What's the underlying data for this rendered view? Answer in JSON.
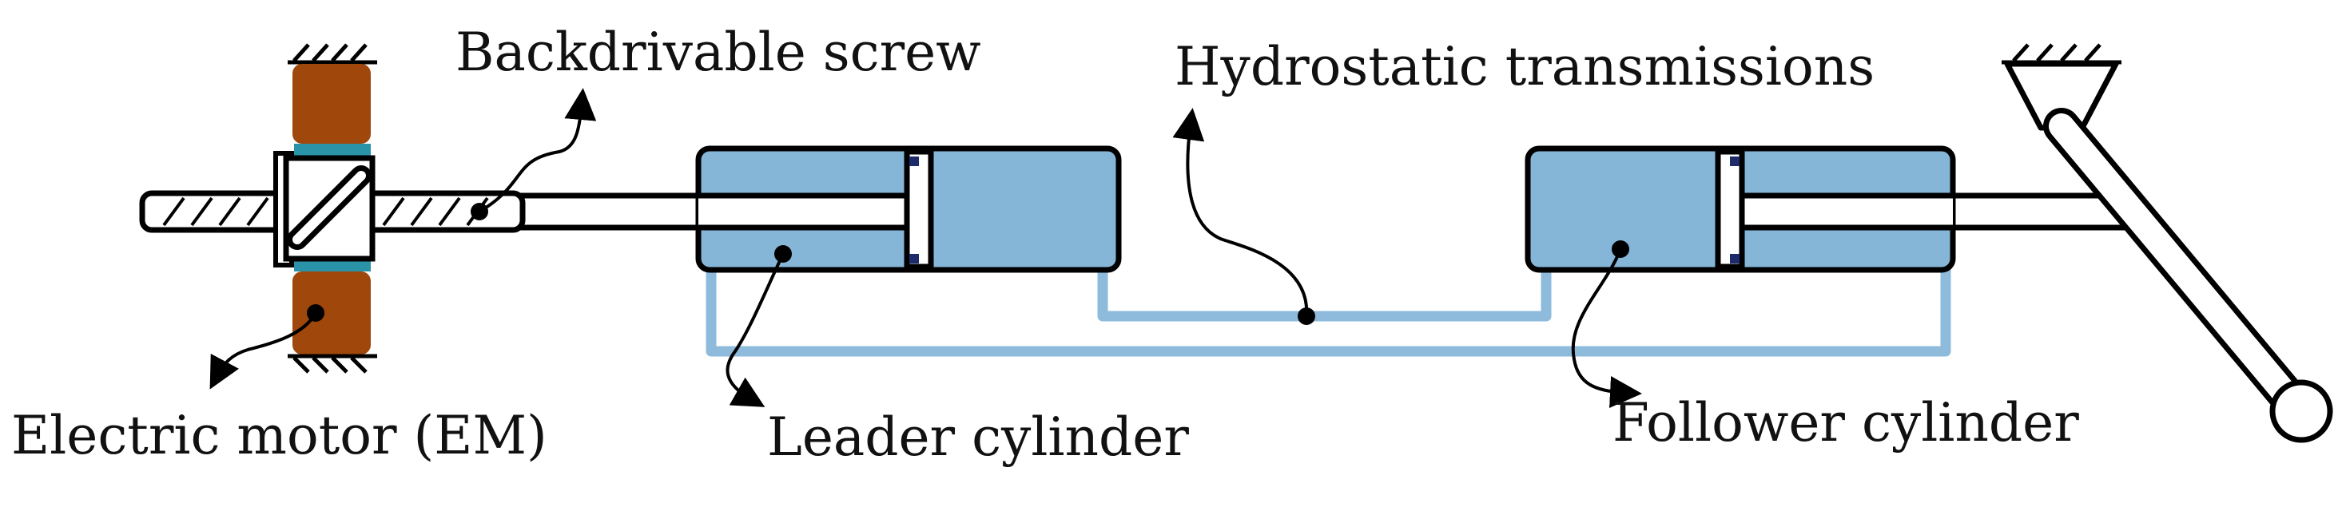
{
  "labels": {
    "backdrivable_screw": "Backdrivable screw",
    "hydrostatic_transmissions": "Hydrostatic transmissions",
    "electric_motor": "Electric motor (EM)",
    "leader_cylinder": "Leader cylinder",
    "follower_cylinder": "Follower cylinder"
  },
  "colors": {
    "cylinder_fill": "#85b6d8",
    "fluid_line": "#8ebbdc",
    "motor_brown": "#a0470c",
    "seal_teal": "#2b93a8",
    "seal_dark": "#1d2b6b",
    "outline": "#000000"
  }
}
